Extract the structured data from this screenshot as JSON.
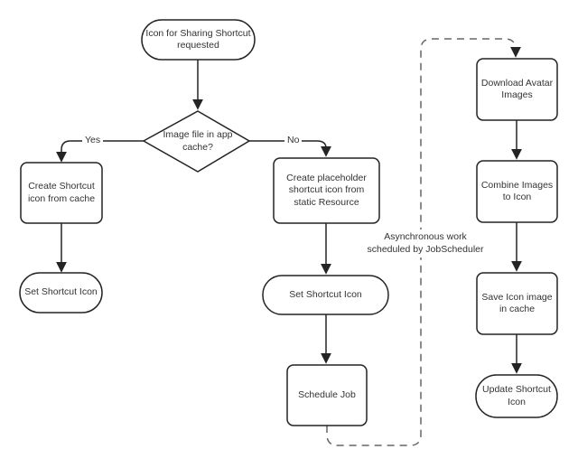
{
  "diagram": {
    "nodes": {
      "start": {
        "type": "terminator",
        "label": "Icon for Sharing Shortcut requested"
      },
      "decision": {
        "type": "decision",
        "label": "Image file in app cache?"
      },
      "create_from_cache": {
        "type": "process",
        "label": "Create Shortcut icon from cache"
      },
      "set_icon_left": {
        "type": "terminator",
        "label": "Set Shortcut Icon"
      },
      "create_placeholder": {
        "type": "process",
        "label": "Create placeholder shortcut icon from static Resource"
      },
      "set_icon_mid": {
        "type": "terminator",
        "label": "Set Shortcut Icon"
      },
      "schedule_job": {
        "type": "process",
        "label": "Schedule Job"
      },
      "download_avatar": {
        "type": "process",
        "label": "Download Avatar Images"
      },
      "combine_images": {
        "type": "process",
        "label": "Combine Images to Icon"
      },
      "save_icon": {
        "type": "process",
        "label": "Save Icon image in cache"
      },
      "update_icon": {
        "type": "terminator",
        "label": "Update Shortcut Icon"
      }
    },
    "edge_labels": {
      "yes": "Yes",
      "no": "No"
    },
    "annotation": {
      "line1": "Asynchronous work",
      "line2": "scheduled by JobScheduler"
    },
    "colors": {
      "solid_stroke": "#242424",
      "dashed_stroke": "#666666",
      "text": "#333333",
      "fill": "#ffffff",
      "background": "#ffffff"
    }
  }
}
